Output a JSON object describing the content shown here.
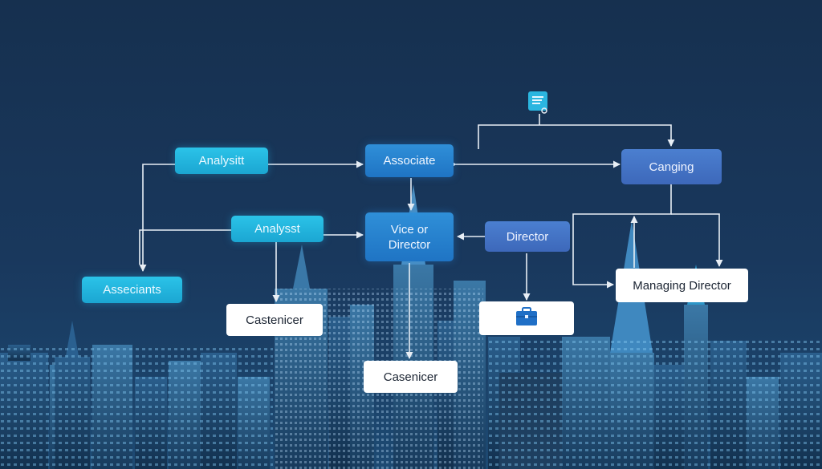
{
  "nodes": {
    "analysitt": "Analysitt",
    "associate": "Associate",
    "canging": "Canging",
    "analysst": "Analysst",
    "vice_director": "Vice or\nDirector",
    "director": "Director",
    "asseciants": "Asseciants",
    "managing_director": "Managing Director",
    "castenicer": "Castenicer",
    "casenicer": "Casenicer"
  },
  "icons": {
    "top": "document-chat-icon",
    "director_child": "briefcase-icon"
  },
  "colors": {
    "background": "#173153",
    "cyan_node": "#20b2dc",
    "blue_node": "#2480cc",
    "indigo_node": "#4270c2",
    "white_node": "#ffffff",
    "connector": "#e8eef5"
  }
}
